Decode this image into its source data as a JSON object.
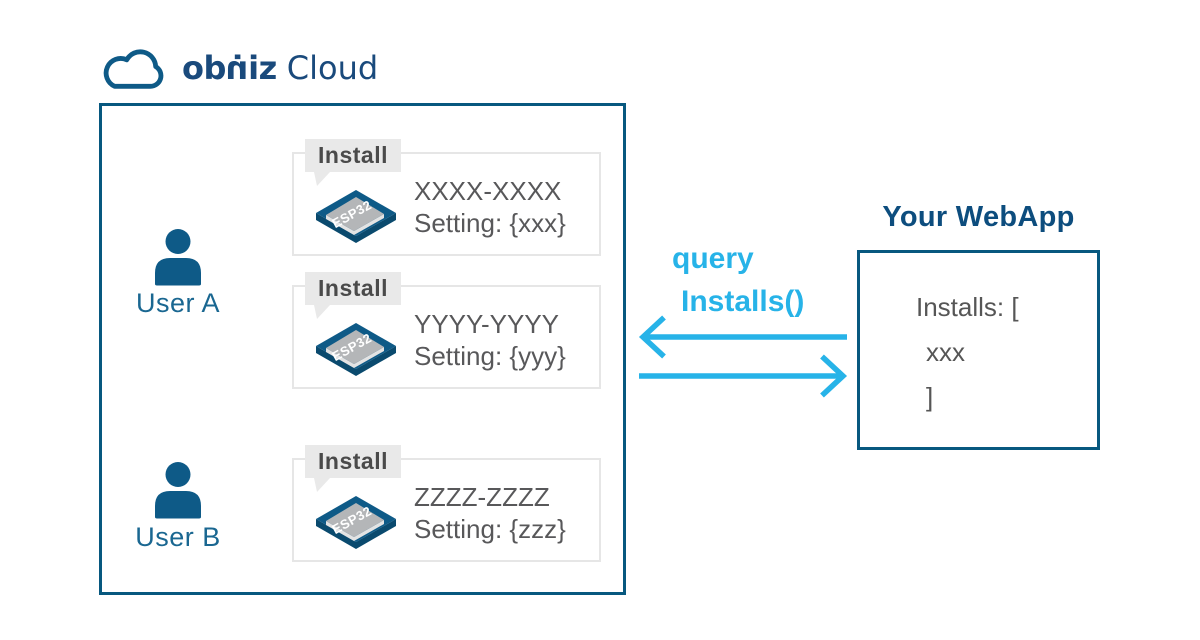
{
  "logo": {
    "brand_pre": "ob",
    "brand_flipped_n": "ṅ",
    "brand_post": "iz",
    "product": "Cloud"
  },
  "cloud_box": {
    "users": [
      {
        "label": "User A"
      },
      {
        "label": "User B"
      }
    ],
    "installs": [
      {
        "badge": "Install",
        "chip": "ESP32",
        "device_id": "XXXX-XXXX",
        "setting": "Setting: {xxx}"
      },
      {
        "badge": "Install",
        "chip": "ESP32",
        "device_id": "YYYY-YYYY",
        "setting": "Setting: {yyy}"
      },
      {
        "badge": "Install",
        "chip": "ESP32",
        "device_id": "ZZZZ-ZZZZ",
        "setting": "Setting: {zzz}"
      }
    ]
  },
  "query": {
    "line1": "query",
    "line2": "Installs()"
  },
  "webapp": {
    "title": "Your WebApp",
    "code": [
      "Installs: [",
      "xxx",
      "]"
    ]
  },
  "colors": {
    "brand_navy": "#1a4a7c",
    "box_blue": "#07587f",
    "user_blue": "#0e5a87",
    "cyan": "#27b3e8",
    "text_gray": "#58585a",
    "badge_bg": "#e9e9e9"
  }
}
